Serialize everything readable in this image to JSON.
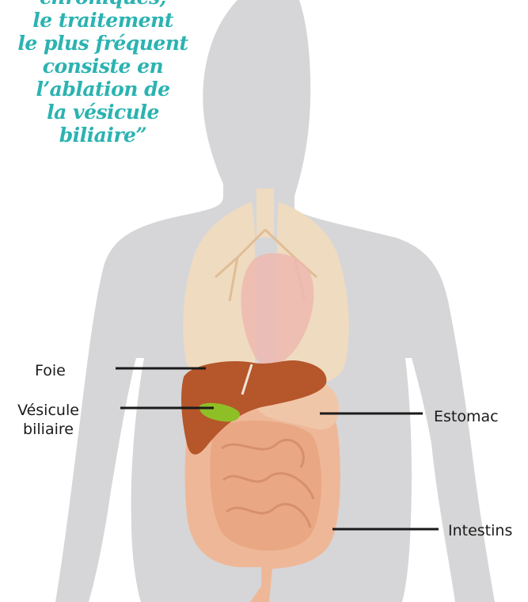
{
  "quote": {
    "lines": [
      "chroniques,",
      "le traitement",
      "le plus fréquent",
      "consiste en",
      "l’ablation de",
      "la vésicule",
      "biliaire”"
    ]
  },
  "labels": {
    "foie": "Foie",
    "vesicule_line1": "Vésicule",
    "vesicule_line2": "biliaire",
    "estomac": "Estomac",
    "intestins": "Intestins"
  },
  "colors": {
    "quote": "#2bb3b1",
    "silhouette": "#d6d6d8",
    "lungs": "#f4dcbc",
    "heart": "#edb8b0",
    "liver": "#b5562b",
    "gallbladder": "#8fbf26",
    "stomach": "#f0c6a8",
    "intestines": "#eeb898",
    "leader_line": "#1a1a1a"
  }
}
